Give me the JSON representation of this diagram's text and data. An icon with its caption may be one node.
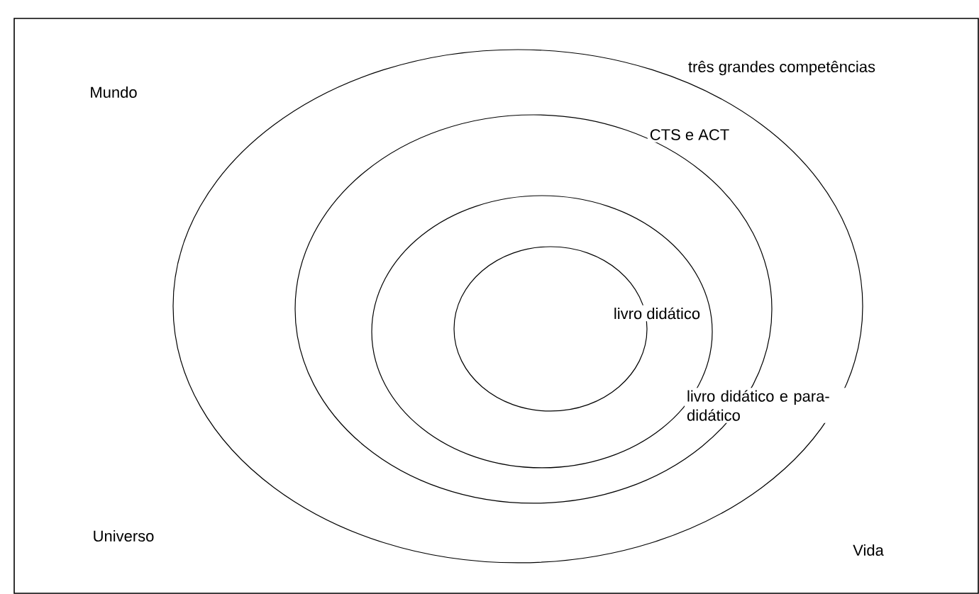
{
  "diagram": {
    "nodes": [
      {
        "text": [
          "três grandes competências"
        ]
      },
      {
        "text": [
          "CTS e ACT"
        ],
        "in": 0
      },
      {
        "text": [
          "livro didático e para-didático"
        ],
        "in": 1
      },
      {
        "text": [
          "livro didático"
        ],
        "in": 2
      }
    ],
    "labels": [
      "Mundo",
      "Universo",
      "Vida"
    ]
  }
}
